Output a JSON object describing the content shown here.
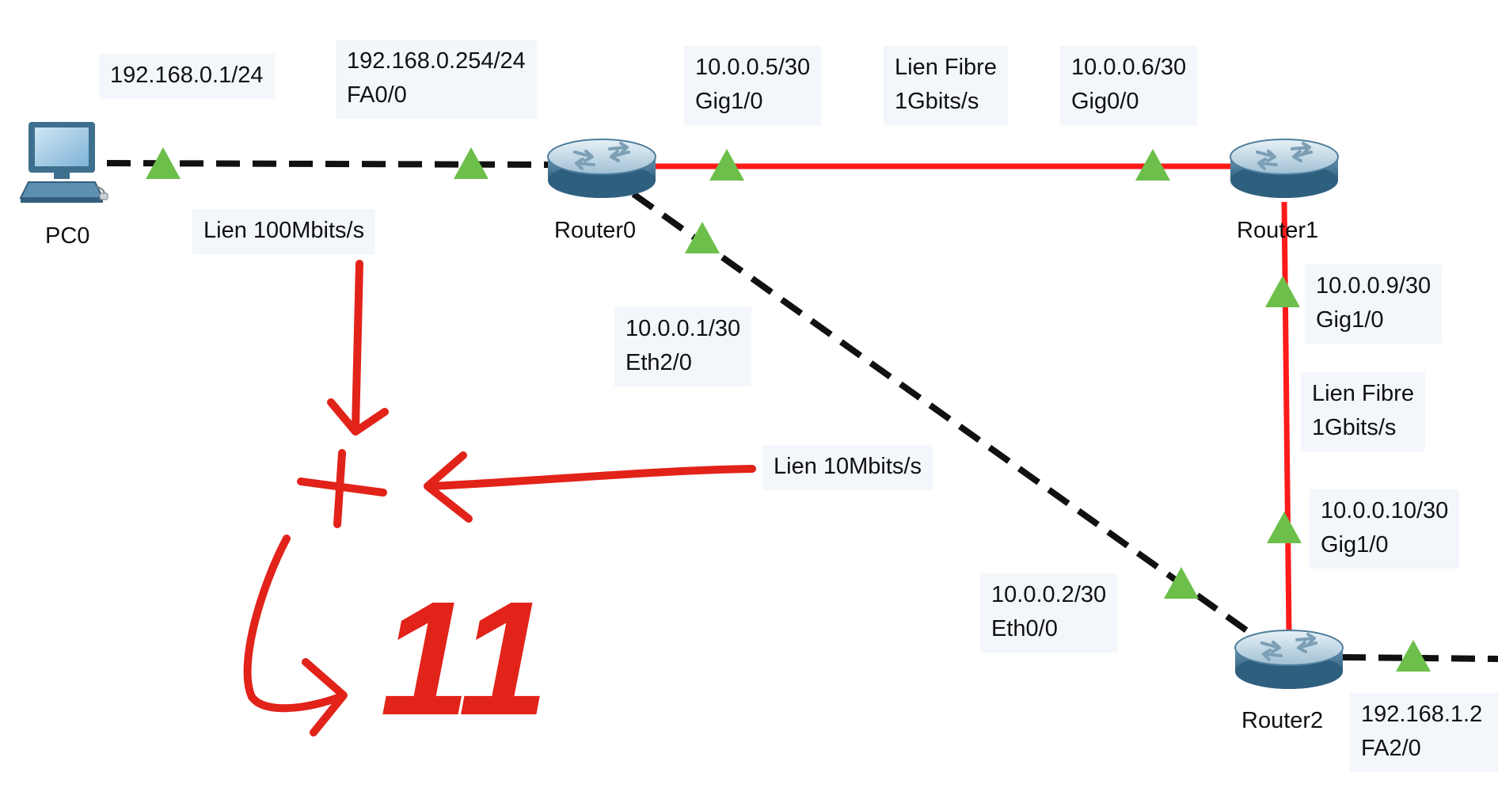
{
  "colors": {
    "fiber_link": "#ff1a1a",
    "copper_link": "#111111",
    "link_up_marker": "#6cbf4a",
    "annotation": "#e2231a",
    "label_background": "#f3f6fb"
  },
  "devices": {
    "pc0": {
      "name": "PC0",
      "icon": "pc-icon"
    },
    "router0": {
      "name": "Router0",
      "icon": "router-icon"
    },
    "router1": {
      "name": "Router1",
      "icon": "router-icon"
    },
    "router2": {
      "name": "Router2",
      "icon": "router-icon"
    }
  },
  "labels": {
    "pc0_ip": {
      "line1": "192.168.0.1/24"
    },
    "r0_fa": {
      "line1": "192.168.0.254/24",
      "line2": "FA0/0"
    },
    "r0_gig": {
      "line1": "10.0.0.5/30",
      "line2": "Gig1/0"
    },
    "r0_r1_link": {
      "line1": "Lien Fibre",
      "line2": "1Gbits/s"
    },
    "r1_gig00": {
      "line1": "10.0.0.6/30",
      "line2": "Gig0/0"
    },
    "pc_link": {
      "line1": "Lien 100Mbits/s"
    },
    "r0_eth": {
      "line1": "10.0.0.1/30",
      "line2": "Eth2/0"
    },
    "r1_gig10": {
      "line1": "10.0.0.9/30",
      "line2": "Gig1/0"
    },
    "r1_r2_link": {
      "line1": "Lien Fibre",
      "line2": "1Gbits/s"
    },
    "r0_r2_link": {
      "line1": "Lien 10Mbits/s"
    },
    "r2_gig": {
      "line1": "10.0.0.10/30",
      "line2": "Gig1/0"
    },
    "r2_eth": {
      "line1": "10.0.0.2/30",
      "line2": "Eth0/0"
    },
    "r2_fa": {
      "line1": "192.168.1.2",
      "line2": "FA2/0"
    }
  },
  "annotation": {
    "result_text": "11"
  }
}
